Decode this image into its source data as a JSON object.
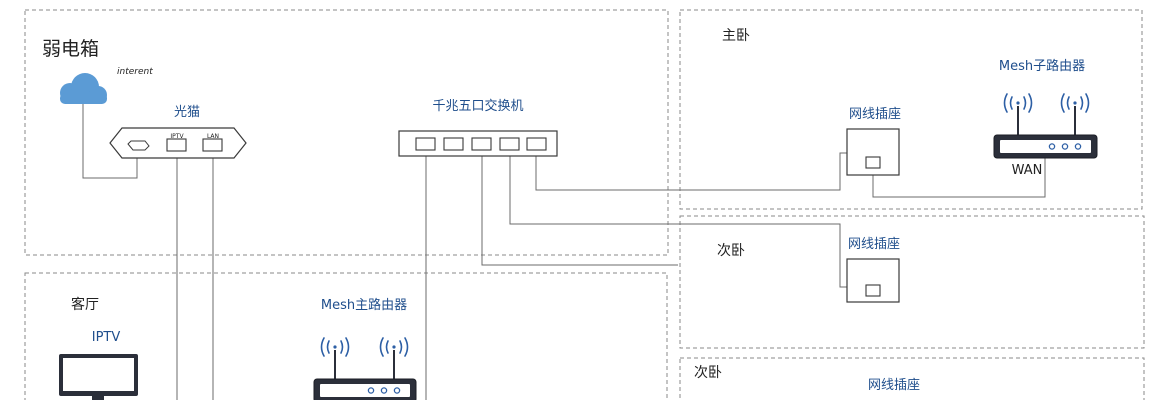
{
  "zones": {
    "weak_box": "弱电箱",
    "master_bedroom": "主卧",
    "second_bedroom_1": "次卧",
    "living_room": "客厅",
    "second_bedroom_2": "次卧"
  },
  "devices": {
    "internet_label": "interent",
    "optical_modem": "光猫",
    "modem_port_iptv": "IPTV",
    "modem_port_lan": "LAN",
    "switch": "千兆五口交换机",
    "mesh_sub_router": "Mesh子路由器",
    "wan_label": "WAN",
    "socket_master": "网线插座",
    "socket_second_1": "网线插座",
    "socket_second_2": "网线插座",
    "iptv_label": "IPTV",
    "mesh_main_router": "Mesh主路由器"
  },
  "colors": {
    "label_blue": "#1f4e8c",
    "cloud_blue": "#5b9bd5",
    "router_dark": "#2b2f3a"
  }
}
